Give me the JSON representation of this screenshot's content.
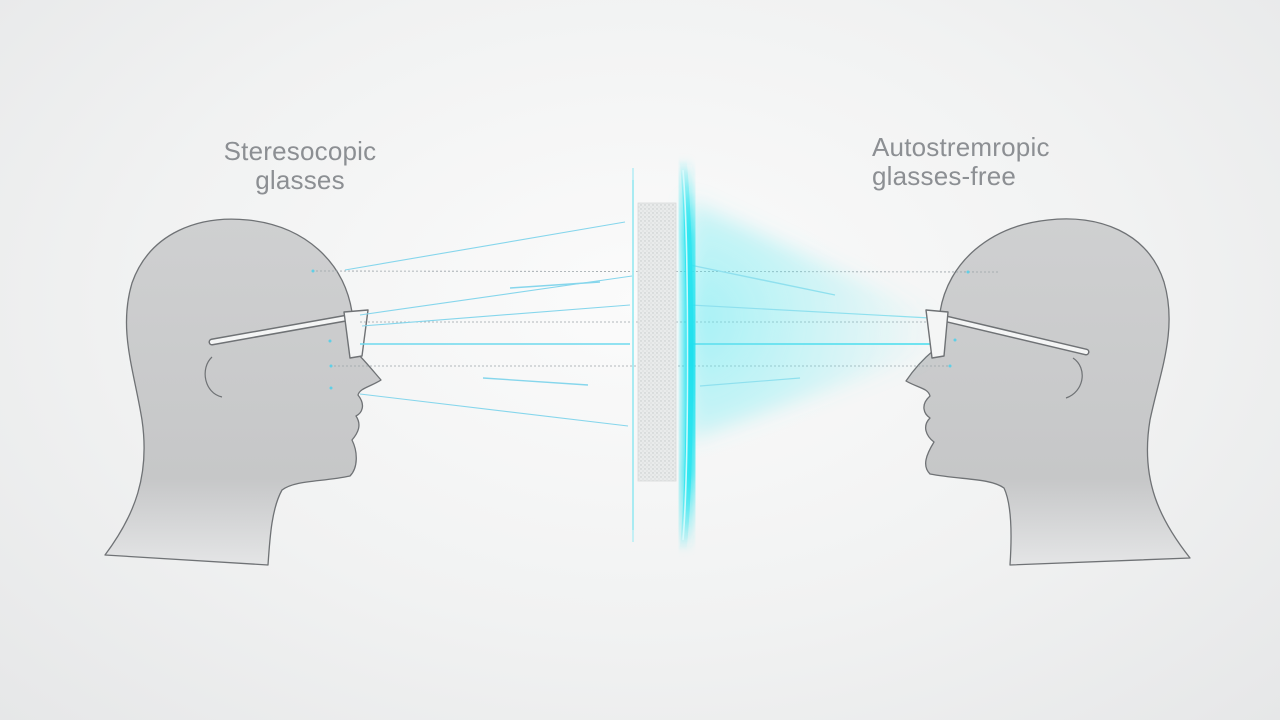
{
  "diagram": {
    "left_label": {
      "line1": "Steresocopic",
      "line2": "glasses"
    },
    "right_label": {
      "line1": "Autostremropic",
      "line2": "glasses-free"
    },
    "colors": {
      "background": "#f1f2f2",
      "head_fill": "#c9cacb",
      "outline": "#6f7275",
      "label": "#8c8f93",
      "light_beam": "#2fe6f0",
      "ray": "#7fd3e8"
    },
    "icons": [
      "head-silhouette-left",
      "head-silhouette-right",
      "glasses-left",
      "glasses-right",
      "display-panel",
      "light-beam"
    ]
  }
}
